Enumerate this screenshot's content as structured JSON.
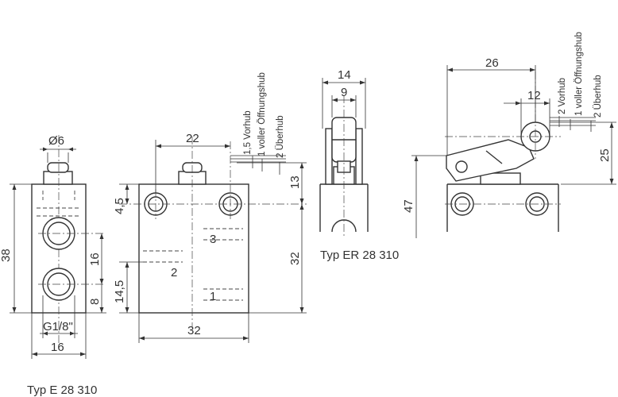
{
  "captions": {
    "type_e": "Typ E 28 310",
    "type_er": "Typ ER 28 310"
  },
  "view1": {
    "dim_dia": "Ø6",
    "dim_38": "38",
    "dim_16v": "16",
    "dim_8": "8",
    "dim_thread": "G1/8\"",
    "dim_16h": "16"
  },
  "view2": {
    "dim_22": "22",
    "dim_4_5": "4,5",
    "dim_14_5": "14,5",
    "dim_32v": "32",
    "dim_32h": "32",
    "dim_13": "13",
    "port_1": "1",
    "port_2": "2",
    "port_3": "3",
    "stroke_pre": "1,5 Vorhub",
    "stroke_full": "1 voller Öffnungshub",
    "stroke_over": "2 Überhub"
  },
  "view3": {
    "dim_14": "14",
    "dim_9": "9"
  },
  "view4": {
    "dim_26": "26",
    "dim_12": "12",
    "dim_47": "47",
    "dim_25": "25",
    "stroke_pre": "2 Vorhub",
    "stroke_full": "1 voller Öffnungshub",
    "stroke_over": "2 Überhub"
  }
}
